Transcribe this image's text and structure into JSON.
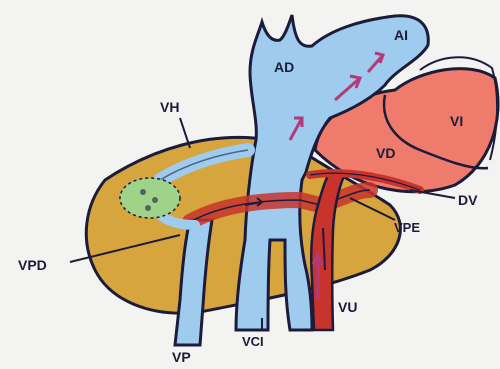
{
  "labels": {
    "ad": "AD",
    "ai": "AI",
    "vi": "VI",
    "vd": "VD",
    "vh": "VH",
    "dv": "DV",
    "vpe": "VPE",
    "vpd": "VPD",
    "vu": "VU",
    "vp": "VP",
    "vci": "VCI"
  },
  "colors": {
    "liver": "#d6a53e",
    "vein": "#9fcbee",
    "heart": "#ef7b6d",
    "umbilical": "#c8342c",
    "outline": "#1c1c3a",
    "hilum": "#9fd38a"
  }
}
